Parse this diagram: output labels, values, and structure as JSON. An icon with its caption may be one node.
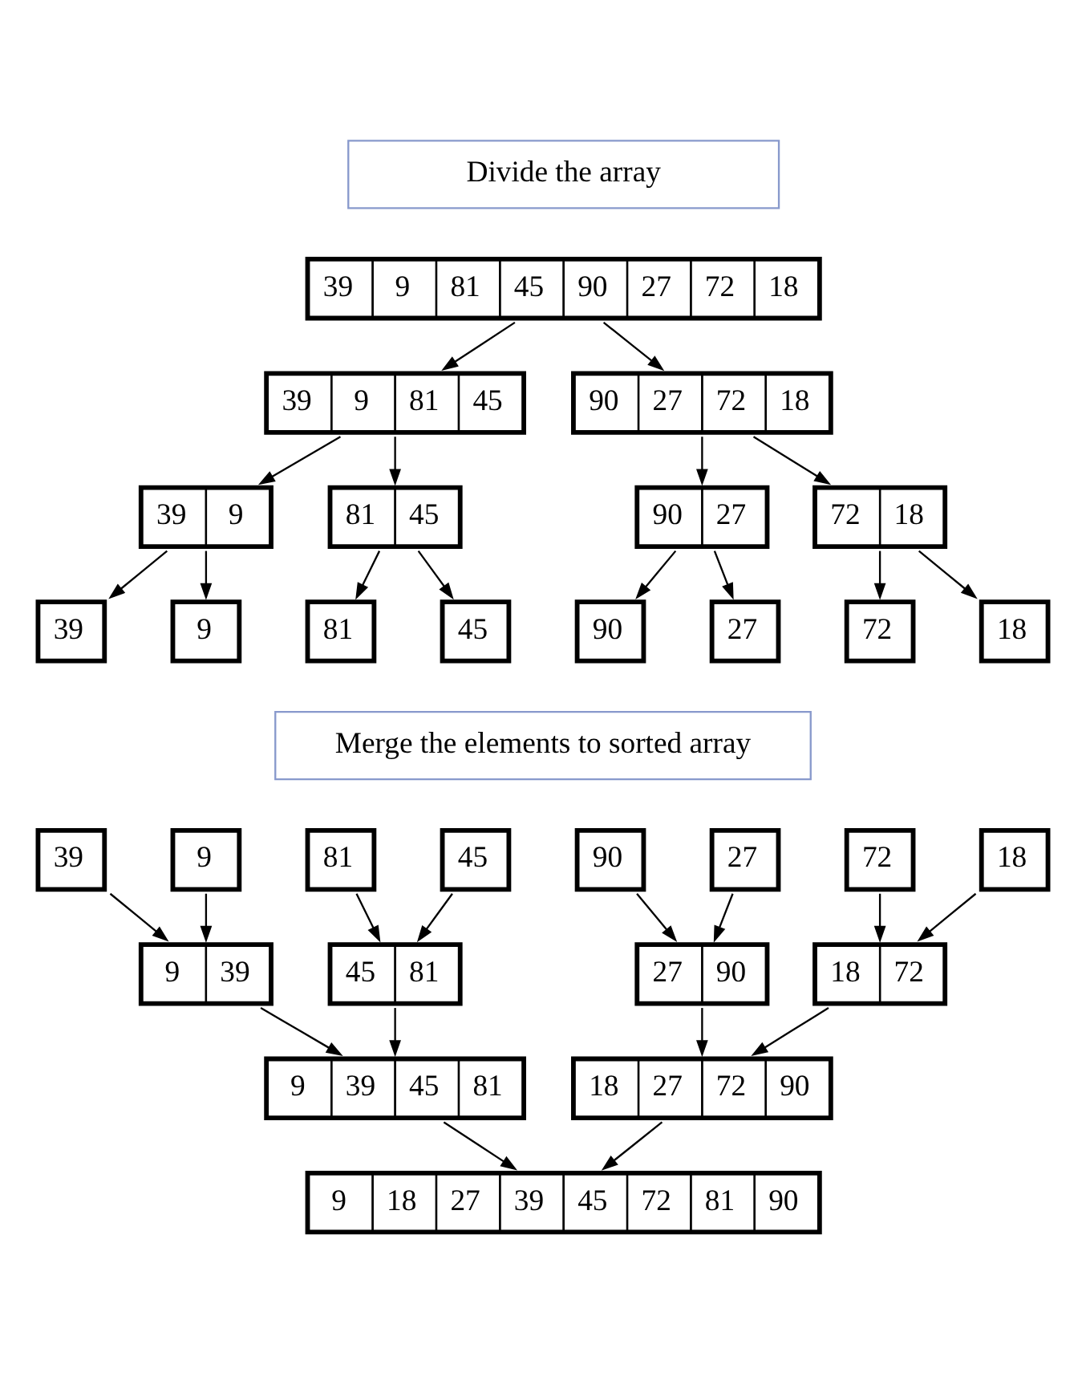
{
  "diagram": {
    "nodes": [
      {
        "text": [
          "Divide the array"
        ]
      },
      {
        "text": [
          "39",
          "9",
          "81",
          "45",
          "90",
          "27",
          "72",
          "18"
        ]
      },
      {
        "text": [
          "39",
          "9",
          "81",
          "45"
        ]
      },
      {
        "text": [
          "90",
          "27",
          "72",
          "18"
        ]
      },
      {
        "text": [
          "39",
          "9"
        ]
      },
      {
        "text": [
          "81",
          "45"
        ]
      },
      {
        "text": [
          "90",
          "27"
        ]
      },
      {
        "text": [
          "72",
          "18"
        ]
      },
      {
        "text": [
          "39"
        ]
      },
      {
        "text": [
          "9"
        ]
      },
      {
        "text": [
          "81"
        ]
      },
      {
        "text": [
          "45"
        ]
      },
      {
        "text": [
          "90"
        ]
      },
      {
        "text": [
          "27"
        ]
      },
      {
        "text": [
          "72"
        ]
      },
      {
        "text": [
          "18"
        ]
      },
      {
        "text": [
          "Merge the elements to sorted array"
        ]
      },
      {
        "text": [
          "39"
        ]
      },
      {
        "text": [
          "9"
        ]
      },
      {
        "text": [
          "81"
        ]
      },
      {
        "text": [
          "45"
        ]
      },
      {
        "text": [
          "90"
        ]
      },
      {
        "text": [
          "27"
        ]
      },
      {
        "text": [
          "72"
        ]
      },
      {
        "text": [
          "18"
        ]
      },
      {
        "text": [
          "9",
          "39"
        ]
      },
      {
        "text": [
          "45",
          "81"
        ]
      },
      {
        "text": [
          "27",
          "90"
        ]
      },
      {
        "text": [
          "18",
          "72"
        ]
      },
      {
        "text": [
          "9",
          "39",
          "45",
          "81"
        ]
      },
      {
        "text": [
          "18",
          "27",
          "72",
          "90"
        ]
      },
      {
        "text": [
          "9",
          "18",
          "27",
          "39",
          "45",
          "72",
          "81",
          "90"
        ]
      }
    ],
    "edges": [
      {
        "from": 1,
        "to": 2,
        "arrow": "to"
      },
      {
        "from": 1,
        "to": 3,
        "arrow": "to"
      },
      {
        "from": 2,
        "to": 4,
        "arrow": "to"
      },
      {
        "from": 2,
        "to": 5,
        "arrow": "to"
      },
      {
        "from": 3,
        "to": 6,
        "arrow": "to"
      },
      {
        "from": 3,
        "to": 7,
        "arrow": "to"
      },
      {
        "from": 4,
        "to": 8,
        "arrow": "to"
      },
      {
        "from": 4,
        "to": 9,
        "arrow": "to"
      },
      {
        "from": 5,
        "to": 10,
        "arrow": "to"
      },
      {
        "from": 5,
        "to": 11,
        "arrow": "to"
      },
      {
        "from": 6,
        "to": 12,
        "arrow": "to"
      },
      {
        "from": 6,
        "to": 13,
        "arrow": "to"
      },
      {
        "from": 7,
        "to": 14,
        "arrow": "to"
      },
      {
        "from": 7,
        "to": 15,
        "arrow": "to"
      },
      {
        "from": 17,
        "to": 25,
        "arrow": "to"
      },
      {
        "from": 18,
        "to": 25,
        "arrow": "to"
      },
      {
        "from": 19,
        "to": 26,
        "arrow": "to"
      },
      {
        "from": 20,
        "to": 26,
        "arrow": "to"
      },
      {
        "from": 21,
        "to": 27,
        "arrow": "to"
      },
      {
        "from": 22,
        "to": 27,
        "arrow": "to"
      },
      {
        "from": 23,
        "to": 28,
        "arrow": "to"
      },
      {
        "from": 24,
        "to": 28,
        "arrow": "to"
      },
      {
        "from": 25,
        "to": 29,
        "arrow": "to"
      },
      {
        "from": 26,
        "to": 29,
        "arrow": "to"
      },
      {
        "from": 27,
        "to": 30,
        "arrow": "to"
      },
      {
        "from": 28,
        "to": 30,
        "arrow": "to"
      },
      {
        "from": 29,
        "to": 31,
        "arrow": "to"
      },
      {
        "from": 30,
        "to": 31,
        "arrow": "to"
      }
    ]
  }
}
